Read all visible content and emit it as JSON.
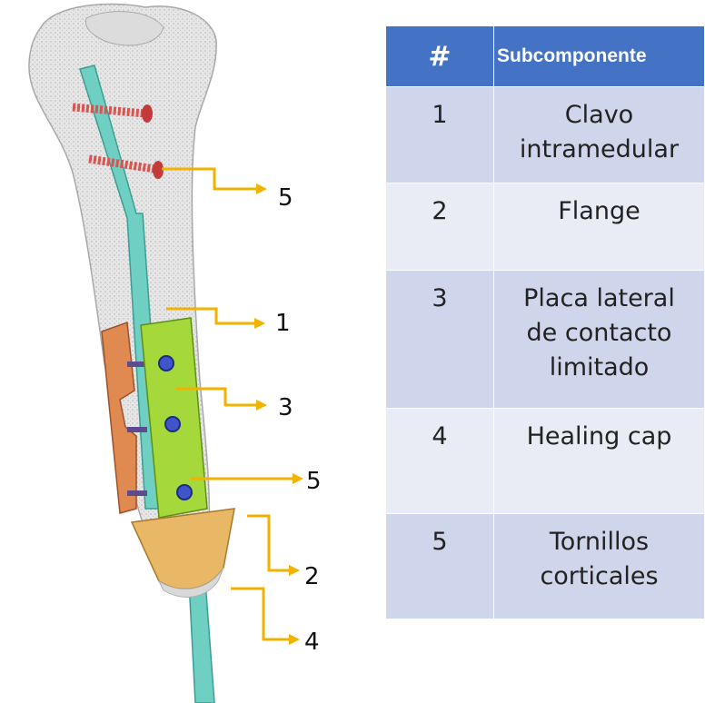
{
  "callouts": [
    {
      "label": "5",
      "points_to": "Tornillos corticales"
    },
    {
      "label": "1",
      "points_to": "Clavo intramedular"
    },
    {
      "label": "3",
      "points_to": "Placa lateral de contacto limitado"
    },
    {
      "label": "5",
      "points_to": "Tornillos corticales"
    },
    {
      "label": "2",
      "points_to": "Flange"
    },
    {
      "label": "4",
      "points_to": "Healing cap"
    }
  ],
  "table": {
    "headers": [
      "#",
      "Subcomponente"
    ],
    "rows": [
      {
        "num": "1",
        "name": "Clavo\nintramedular"
      },
      {
        "num": "2",
        "name": "Flange"
      },
      {
        "num": "3",
        "name": "Placa lateral\nde contacto\nlimitado"
      },
      {
        "num": "4",
        "name": "Healing cap"
      },
      {
        "num": "5",
        "name": "Tornillos\ncorticales"
      }
    ]
  },
  "colors": {
    "bone": "#e4e4e4",
    "nail": "#6fcfc3",
    "plate": "#a5d83a",
    "lateral_plate": "#e08a52",
    "flange": "#e8b866",
    "screw_red": "#d9534f",
    "screw_blue": "#3f55c9",
    "callout": "#f2b200",
    "header_blue": "#4472c4",
    "row_dark": "#cfd5ea",
    "row_light": "#e9ebf5"
  }
}
